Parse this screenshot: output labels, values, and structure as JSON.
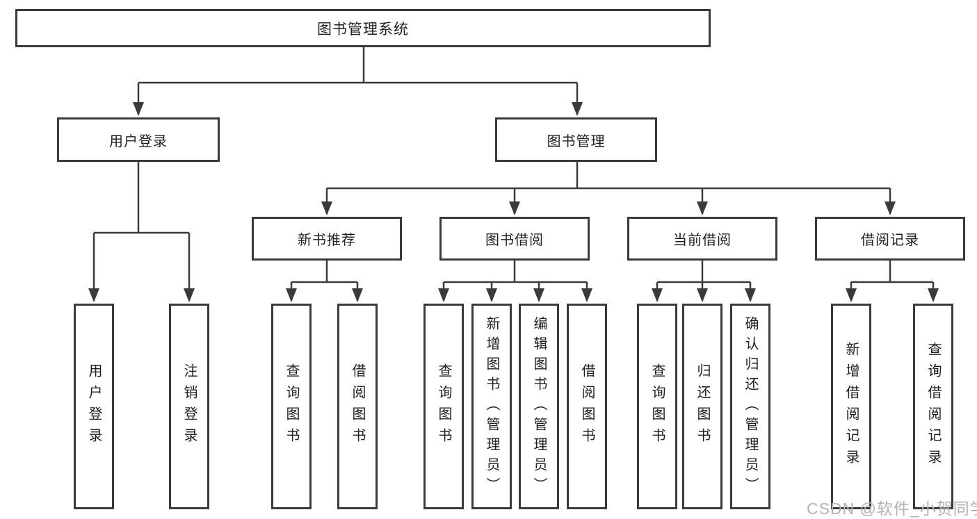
{
  "diagram": {
    "title": "图书管理系统",
    "branches": [
      {
        "label": "用户登录",
        "children": [
          "用户登录",
          "注销登录"
        ]
      },
      {
        "label": "图书管理",
        "modules": [
          {
            "label": "新书推荐",
            "children": [
              "查询图书",
              "借阅图书"
            ]
          },
          {
            "label": "图书借阅",
            "children": [
              "查询图书",
              "新增图书（管理员）",
              "编辑图书（管理员）",
              "借阅图书"
            ]
          },
          {
            "label": "当前借阅",
            "children": [
              "查询图书",
              "归还图书",
              "确认归还（管理员）"
            ]
          },
          {
            "label": "借阅记录",
            "children": [
              "新增借阅记录",
              "查询借阅记录"
            ]
          }
        ]
      }
    ]
  },
  "watermark": {
    "text": "CSDN @软件_小贺同学",
    "color": "#b5b0b0"
  },
  "colors": {
    "line": "#3a3a3a",
    "box_border": "#3a3a3a",
    "text": "#1f1f1f",
    "background": "#ffffff"
  }
}
